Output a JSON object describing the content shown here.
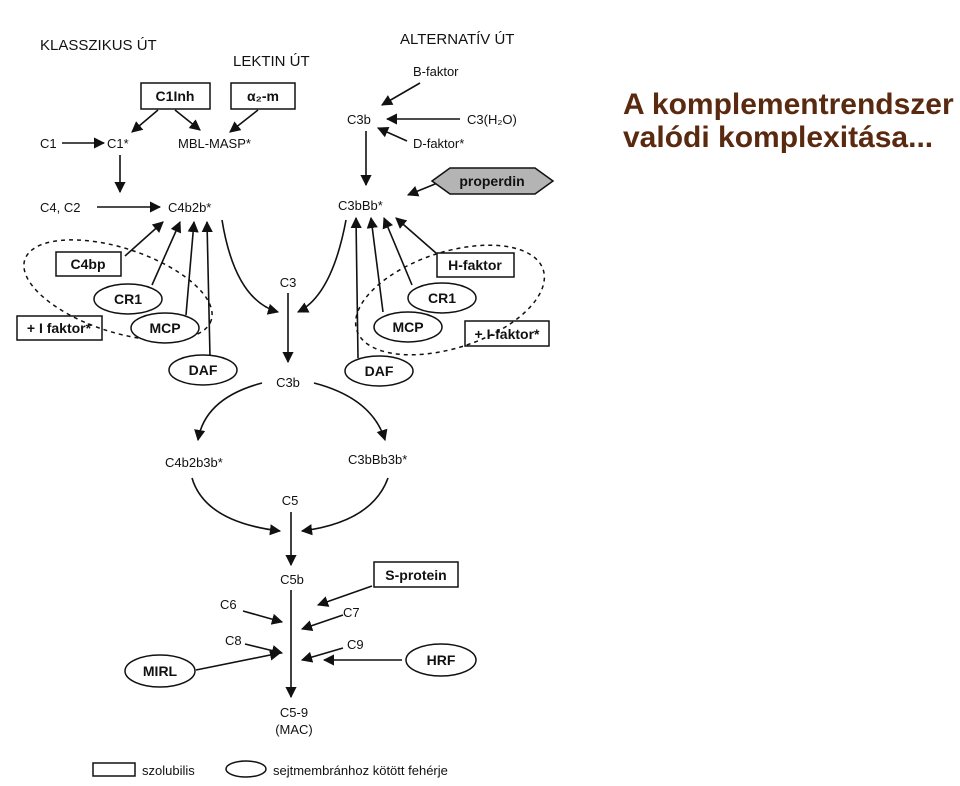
{
  "headline": {
    "line1": "A komplementrendszer",
    "line2": "valódi komplexitása..."
  },
  "paths": {
    "classical": "KLASSZIKUS ÚT",
    "lectin": "LEKTIN ÚT",
    "alternative": "ALTERNATÍV ÚT"
  },
  "nodes": {
    "c1": "C1",
    "c1_star": "C1*",
    "mbl_masp": "MBL-MASP*",
    "c4_c2": "C4, C2",
    "c4b2b": "C4b2b*",
    "c3b_top": "C3b",
    "c3h2o": "C3(H₂O)",
    "c3bbb": "C3bBb*",
    "c3": "C3",
    "c3b_mid": "C3b",
    "c4b2b3b": "C4b2b3b*",
    "c3bbb3b": "C3bBb3b*",
    "c5": "C5",
    "c5b": "C5b",
    "c6": "C6",
    "c7": "C7",
    "c8": "C8",
    "c9": "C9",
    "c5_9": "C5-9",
    "mac": "(MAC)"
  },
  "soluble_regulators": {
    "c1inh": "C1Inh",
    "alpha2m": "α₂-m",
    "b_factor": "B-faktor",
    "d_factor": "D-faktor*",
    "properdin": "properdin",
    "c4bp": "C4bp",
    "i_factor_left": "+ I faktor*",
    "h_factor": "H-faktor",
    "i_factor_right": "+ I-faktor*",
    "s_protein": "S-protein"
  },
  "membrane_regulators": {
    "cr1_left": "CR1",
    "mcp_left": "MCP",
    "daf_left": "DAF",
    "cr1_right": "CR1",
    "mcp_right": "MCP",
    "daf_right": "DAF",
    "mirl": "MIRL",
    "hrf": "HRF"
  },
  "legend": {
    "soluble": "szolubilis",
    "membrane": "sejtmembránhoz kötött fehérje"
  }
}
